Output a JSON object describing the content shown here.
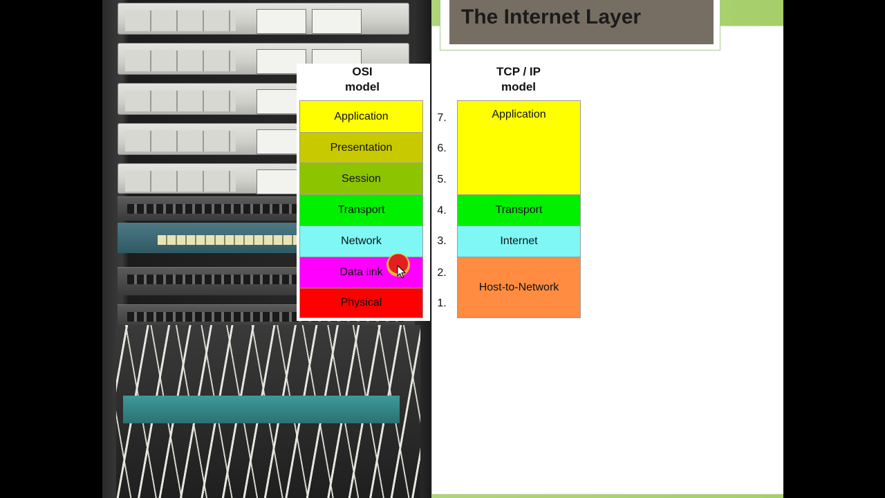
{
  "title": "The Internet Layer",
  "osi": {
    "heading_line1": "OSI",
    "heading_line2": "model",
    "layers": [
      {
        "label": "Application",
        "color": "#ffff00"
      },
      {
        "label": "Presentation",
        "color": "#c9c900"
      },
      {
        "label": "Session",
        "color": "#8cc500"
      },
      {
        "label": "Transport",
        "color": "#00f000"
      },
      {
        "label": "Network",
        "color": "#7ef7f5"
      },
      {
        "label": "Data link",
        "color": "#ff00ff"
      },
      {
        "label": "Physical",
        "color": "#ff0000"
      }
    ]
  },
  "numbers": [
    "7.",
    "6.",
    "5.",
    "4.",
    "3.",
    "2.",
    "1."
  ],
  "tcpip": {
    "heading_line1": "TCP / IP",
    "heading_line2": "model",
    "layers": [
      {
        "label": "Application",
        "color": "#ffff00"
      },
      {
        "label": "Transport",
        "color": "#00f000"
      },
      {
        "label": "Internet",
        "color": "#7ef7f5"
      },
      {
        "label": "Host-to-Network",
        "color": "#ff8c40"
      }
    ]
  }
}
